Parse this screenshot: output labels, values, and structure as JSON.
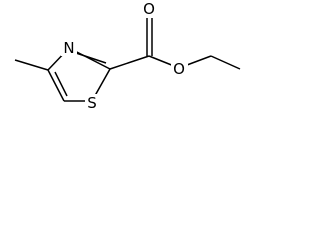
{
  "molecule": {
    "colors": {
      "bond": "#000000",
      "label": "#000000",
      "background": "#ffffff"
    },
    "atoms": {
      "nitrogen": "N",
      "sulfur": "S",
      "carbonyl_oxygen": "O",
      "ester_oxygen": "O"
    }
  }
}
